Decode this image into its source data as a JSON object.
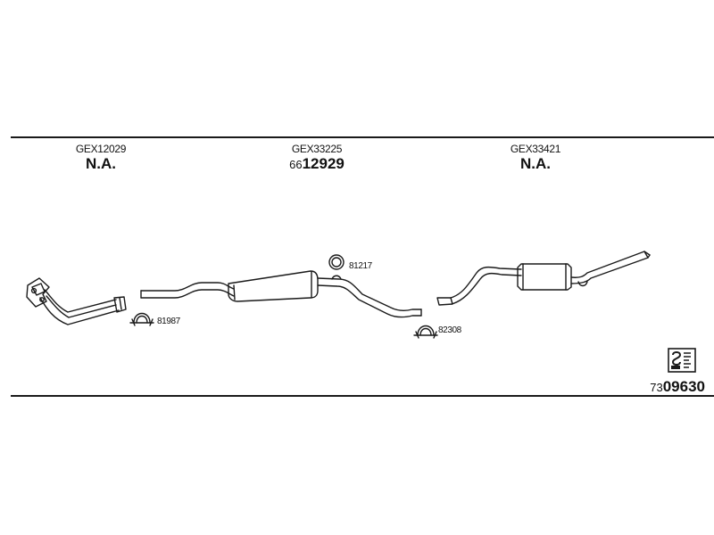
{
  "columns": [
    {
      "code": "GEX12029",
      "status": "N.A."
    },
    {
      "code": "GEX33225",
      "number_prefix": "66",
      "number_main": "12929"
    },
    {
      "code": "GEX33421",
      "status": "N.A."
    }
  ],
  "part_labels": {
    "clamp_left": "81987",
    "ring": "81217",
    "clamp_right": "82308"
  },
  "reference": {
    "prefix": "73",
    "main": "09630"
  },
  "icons": [
    "manifold-pipe-icon",
    "front-pipe-icon",
    "middle-silencer-icon",
    "rear-silencer-icon",
    "clamp-icon",
    "ring-gasket-icon",
    "diagram-logo-icon"
  ]
}
